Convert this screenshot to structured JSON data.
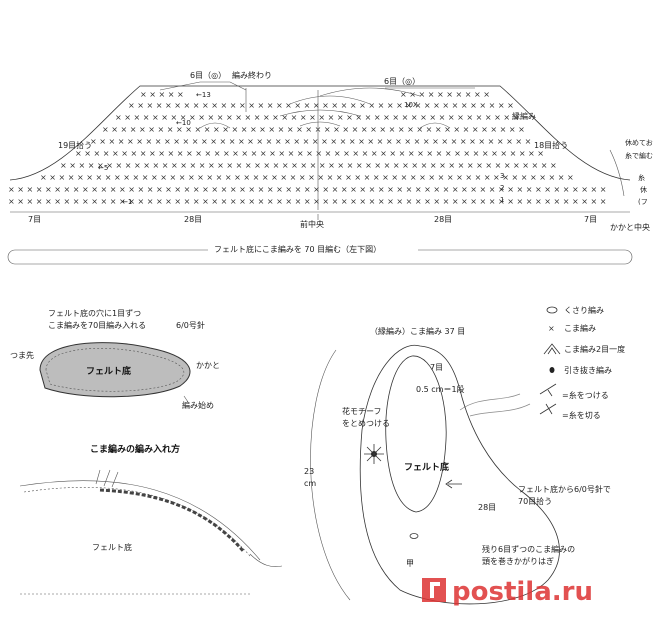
{
  "chart": {
    "left6": "6目（◎）",
    "end": "編み終わり",
    "right6": "6目（◎）",
    "edge": "縁編み",
    "left19": "19目拾う",
    "right18": "18目拾う",
    "seven_left": "7目",
    "twentyeight_left": "28目",
    "front_center": "前中央",
    "twentyeight_right": "28目",
    "seven_right": "7目",
    "heel_center": "かかと中央",
    "rest_1": "休めてお",
    "rest_2": "糸で編む",
    "rest_3": "休",
    "rest_4": "(フ",
    "rest_5": "糸",
    "row13": "←13",
    "row10": "←10",
    "row10x": "10X",
    "row5": "←5",
    "row1": "←1",
    "row1b": "1",
    "row2": "2",
    "row3": "3",
    "felt_instruction": "フェルト底にこま編みを 70 目編む（左下図）"
  },
  "sole": {
    "note1": "フェルト底の穴に1目ずつ",
    "note2": "こま編みを70目編み入れる",
    "hook": "6/0号針",
    "toe": "つま先",
    "label": "フェルト底",
    "heel": "かかと",
    "start": "編み始め"
  },
  "howto": {
    "title": "こま編みの編み入れ方",
    "felt": "フェルト底"
  },
  "legend": {
    "chain": "くさり編み",
    "sc": "こま編み",
    "sc2tog": "こま編み2目一度",
    "slip": "引き抜き編み",
    "attach": "=糸をつける",
    "cut": "=糸を切る"
  },
  "slipper": {
    "edge_label": "（縁編み）こま編み 37 目",
    "seven": "7目",
    "rows": "0.5 cm＝1段",
    "felt": "フェルト底",
    "flower1": "花モチーフ",
    "flower2": "をとめつける",
    "size23": "23",
    "size_cm": "cm",
    "pickup1": "フェルト底から6/0号針で",
    "pickup2": "70目拾う",
    "twentyeight": "28目",
    "instep": "甲",
    "finish1": "残り6目ずつのこま編みの",
    "finish2": "頭を巻きかがりはぎ"
  },
  "watermark": "postila.ru"
}
